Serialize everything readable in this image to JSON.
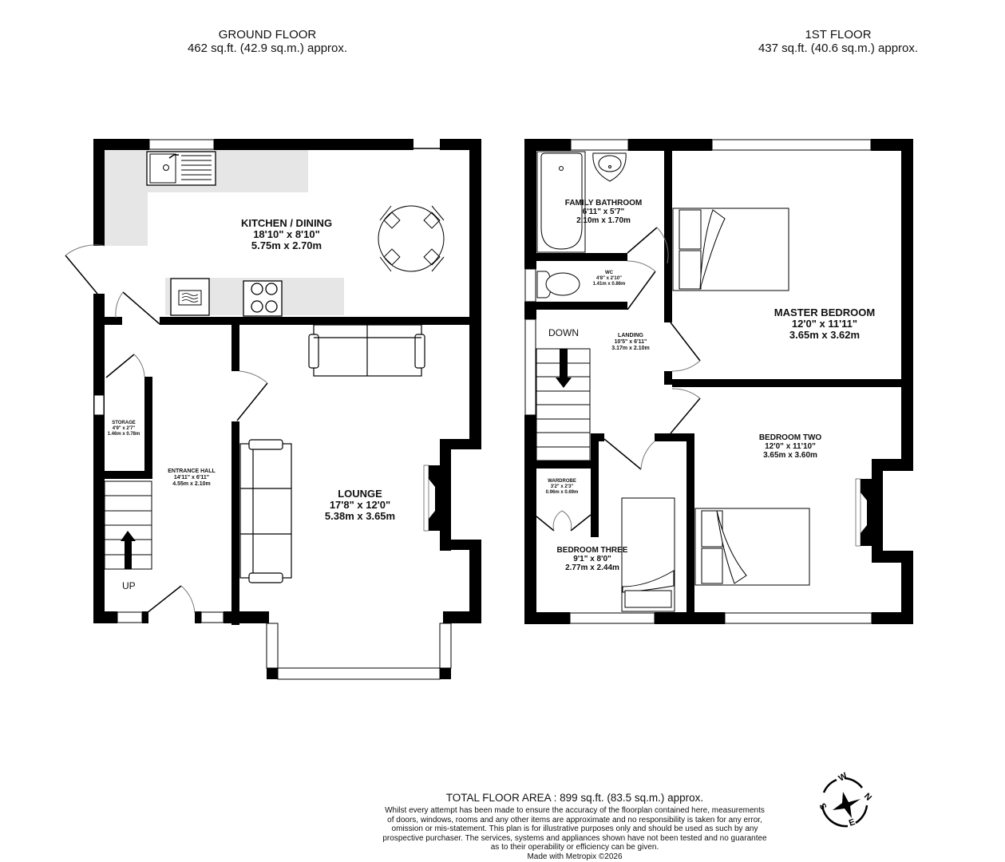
{
  "ground_floor": {
    "title": "GROUND FLOOR",
    "area": "462 sq.ft. (42.9 sq.m.) approx.",
    "rooms": [
      {
        "name": "KITCHEN / DINING",
        "imperial": "18'10\"  x 8'10\"",
        "metric": "5.75m  x 2.70m"
      },
      {
        "name": "LOUNGE",
        "imperial": "17'8\"  x 12'0\"",
        "metric": "5.38m  x 3.65m"
      },
      {
        "name": "ENTRANCE HALL",
        "imperial": "14'11\"  x 6'11\"",
        "metric": "4.55m  x 2.10m"
      },
      {
        "name": "STORAGE",
        "imperial": "4'9\"  x 2'7\"",
        "metric": "1.46m  x 0.78m"
      }
    ],
    "stairs_label": "UP"
  },
  "first_floor": {
    "title": "1ST FLOOR",
    "area": "437 sq.ft. (40.6 sq.m.) approx.",
    "rooms": [
      {
        "name": "FAMILY BATHROOM",
        "imperial": "6'11\"  x 5'7\"",
        "metric": "2.10m  x 1.70m"
      },
      {
        "name": "WC",
        "imperial": "4'8\"  x 2'10\"",
        "metric": "1.41m  x 0.86m"
      },
      {
        "name": "MASTER BEDROOM",
        "imperial": "12'0\"  x 11'11\"",
        "metric": "3.65m  x 3.62m"
      },
      {
        "name": "LANDING",
        "imperial": "10'5\"  x 6'11\"",
        "metric": "3.17m  x 2.10m"
      },
      {
        "name": "BEDROOM TWO",
        "imperial": "12'0\"  x 11'10\"",
        "metric": "3.65m  x 3.60m"
      },
      {
        "name": "WARDROBE",
        "imperial": "3'2\"  x 2'3\"",
        "metric": "0.96m  x 0.69m"
      },
      {
        "name": "BEDROOM THREE",
        "imperial": "9'1\"  x 8'0\"",
        "metric": "2.77m  x 2.44m"
      }
    ],
    "stairs_label": "DOWN"
  },
  "footer": {
    "total": "TOTAL FLOOR AREA : 899 sq.ft. (83.5 sq.m.) approx.",
    "disclaimer": [
      "Whilst every attempt has been made to ensure the accuracy of the floorplan contained here, measurements",
      "of doors, windows, rooms and any other items are approximate and no responsibility is taken for any error,",
      "omission or mis-statement. This plan is for illustrative purposes only and should be used as such by any",
      "prospective purchaser. The services, systems and appliances shown have not been tested and no guarantee",
      "as to their operability or efficiency can be given."
    ],
    "credit": "Made with Metropix ©2026"
  },
  "compass": {
    "icon": "compass-icon",
    "n": "N",
    "e": "E",
    "s": "S",
    "w": "W"
  },
  "colors": {
    "wall": "#000000",
    "worktop": "#e6e6e6",
    "background": "#ffffff"
  }
}
